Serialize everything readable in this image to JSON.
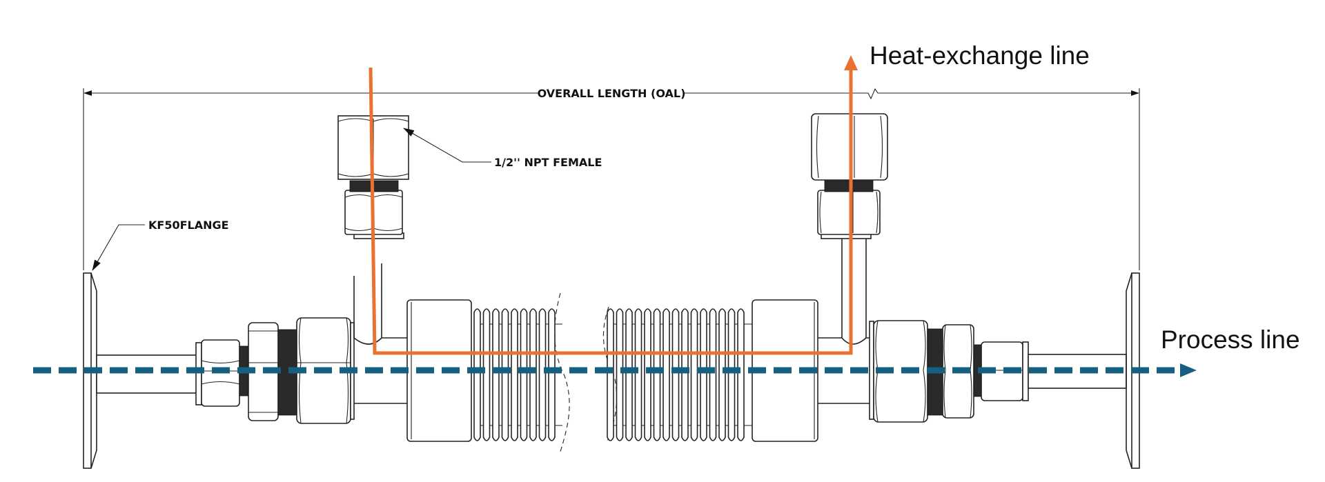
{
  "diagram": {
    "dimension": {
      "label": "OVERALL LENGTH (OAL)"
    },
    "callouts": [
      {
        "id": "kf50",
        "label": "KF50FLANGE"
      },
      {
        "id": "npt",
        "label": "1/2'' NPT FEMALE"
      }
    ],
    "flows": [
      {
        "id": "heat-exchange",
        "label": "Heat-exchange line",
        "color": "#E97132",
        "style": "solid"
      },
      {
        "id": "process",
        "label": "Process line",
        "color": "#156082",
        "style": "dashed"
      }
    ],
    "colors": {
      "line_art": "#222222",
      "background": "#FFFFFF"
    }
  }
}
